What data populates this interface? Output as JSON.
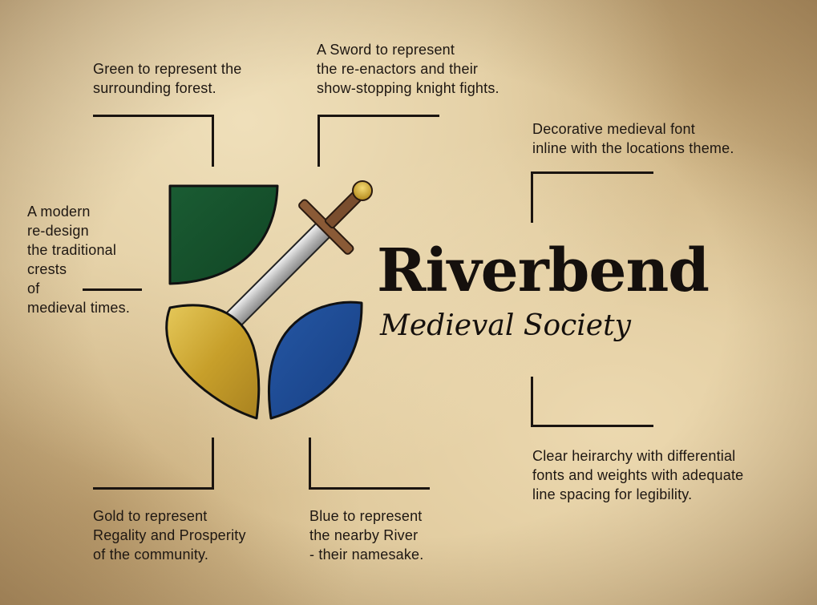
{
  "logo": {
    "title": "Riverbend",
    "subtitle": "Medieval Society",
    "colors": {
      "green": "#16522d",
      "gold": "#c8a32c",
      "blue": "#1d4a93",
      "sword_blade": "#c9c9c9",
      "sword_hilt": "#8a5a36",
      "sword_pommel": "#d9b23c"
    }
  },
  "annotations": {
    "green": "Green to represent the\nsurrounding forest.",
    "sword": "A Sword to represent\nthe re-enactors and their\nshow-stopping knight fights.",
    "font": "Decorative medieval font\ninline with the locations theme.",
    "modern": "A modern\nre-design\nthe traditional\ncrests\nof\nmedieval times.",
    "hierarchy": "Clear heirarchy with differential\nfonts and weights with adequate\nline spacing for legibility.",
    "gold": "Gold to represent\nRegality and Prosperity\nof the community.",
    "blue": "Blue to represent\nthe nearby River\n- their namesake."
  }
}
